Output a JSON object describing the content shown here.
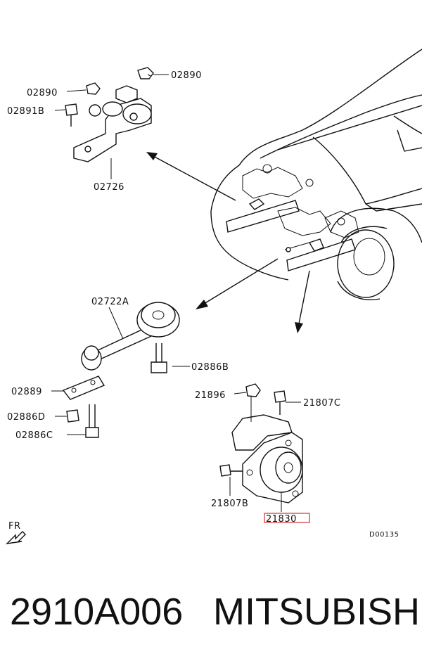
{
  "labels": {
    "l02890_right": "02890",
    "l02890_left": "02890",
    "l02891b": "02891B",
    "l02726": "02726",
    "l02722a": "02722A",
    "l02886b": "02886B",
    "l02889": "02889",
    "l02886d": "02886D",
    "l02886c": "02886C",
    "l21896": "21896",
    "l21807c": "21807C",
    "l21807b": "21807B",
    "l21830": "21830",
    "fr": "FR",
    "ref": "D00135"
  },
  "highlight_color": "#d23030",
  "caption": {
    "part_number": "2910A006",
    "brand": "MITSUBISHI"
  }
}
